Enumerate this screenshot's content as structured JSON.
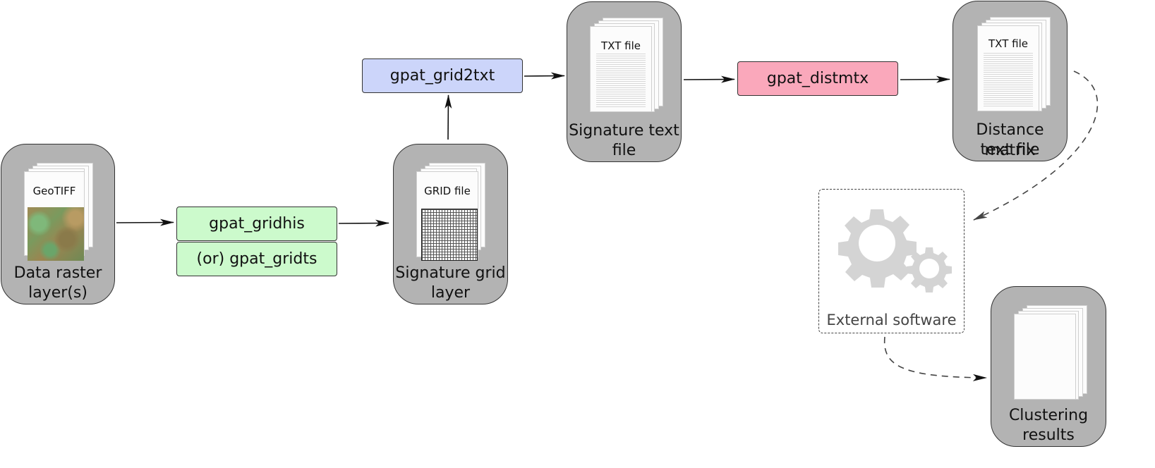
{
  "nodes": {
    "raster": {
      "label_line1": "Data raster",
      "label_line2": "layer(s)",
      "doc_label": "GeoTIFF"
    },
    "grid": {
      "label_line1": "Signature grid",
      "label_line2": "layer",
      "doc_label": "GRID file"
    },
    "sigtext": {
      "label_line1": "Signature text",
      "label_line2": "file",
      "doc_label": "TXT file"
    },
    "distmtx": {
      "label_line1": "Distance matrix",
      "label_line2": "text file",
      "doc_label": "TXT file"
    },
    "cluster": {
      "label_line1": "Clustering",
      "label_line2": "results"
    }
  },
  "processes": {
    "gridhis": {
      "label": "gpat_gridhis",
      "color": "#ccfacc"
    },
    "gridts": {
      "label": "(or) gpat_gridts",
      "color": "#ccfacc"
    },
    "grid2txt": {
      "label": "gpat_grid2txt",
      "color": "#ccd5fa"
    },
    "distmtx": {
      "label": "gpat_distmtx",
      "color": "#faa8bb"
    }
  },
  "external": {
    "label": "External software",
    "icon": "gears-icon"
  },
  "colors": {
    "node_fill": "#b3b3b3",
    "arrow": "#111111",
    "dashed_arrow": "#444444"
  }
}
